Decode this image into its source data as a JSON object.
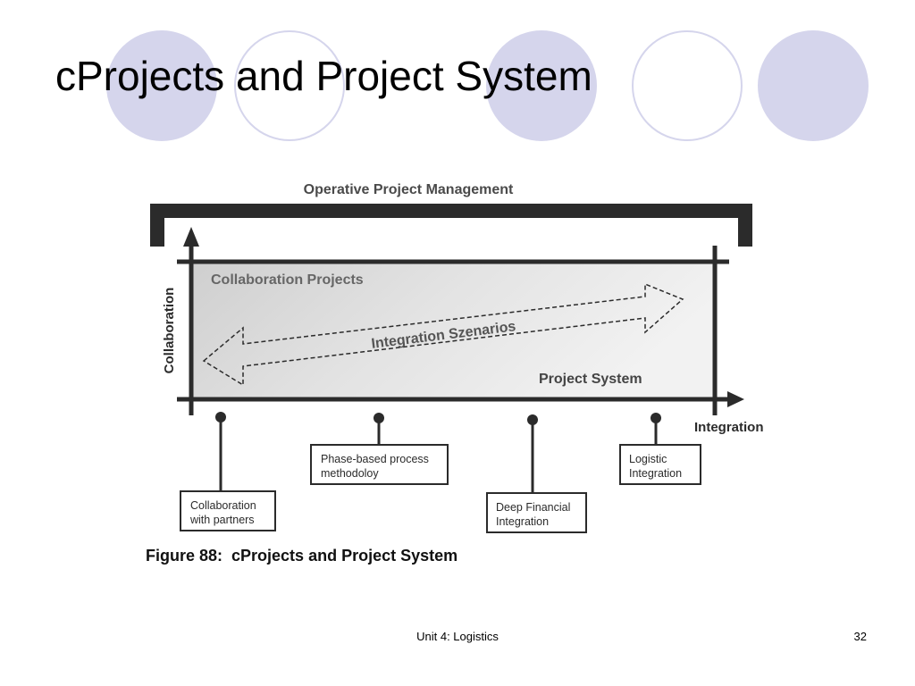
{
  "slide": {
    "title": "cProjects and Project System",
    "footer_center": "Unit 4: Logistics",
    "page_number": "32",
    "accent_color": "#d5d5ec"
  },
  "figure": {
    "top_label": "Operative Project Management",
    "zone_label": "Collaboration Projects",
    "arrow_label": "Integration Szenarios",
    "base_label": "Project System",
    "y_axis_label": "Collaboration",
    "x_axis_label": "Integration",
    "boxes": [
      {
        "lines": [
          "Collaboration",
          "with partners"
        ]
      },
      {
        "lines": [
          "Phase-based process",
          "methodoloy"
        ]
      },
      {
        "lines": [
          "Deep Financial",
          "Integration"
        ]
      },
      {
        "lines": [
          "Logistic",
          "Integration"
        ]
      }
    ],
    "caption": "Figure 88:  cProjects and Project System"
  }
}
